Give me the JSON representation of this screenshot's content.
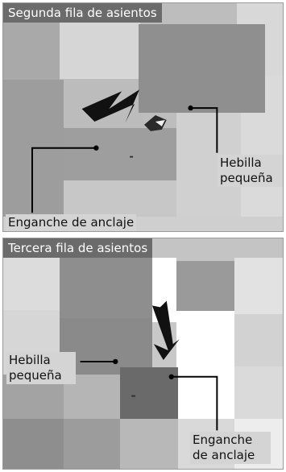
{
  "top_panel": {
    "header": "Segunda fila de asientos",
    "label_small_buckle": "Hebilla pequeña",
    "label_anchor_latch": "Enganche de anclaje"
  },
  "bottom_panel": {
    "header": "Tercera fila de asientos",
    "label_small_buckle": "Hebilla pequeña",
    "label_anchor_latch": "Enganche de anclaje"
  },
  "colors": {
    "header_bg": "#6b6b6b",
    "label_bg": "#d4d4d4",
    "leader_line": "#000000",
    "arrow": "#111111"
  }
}
